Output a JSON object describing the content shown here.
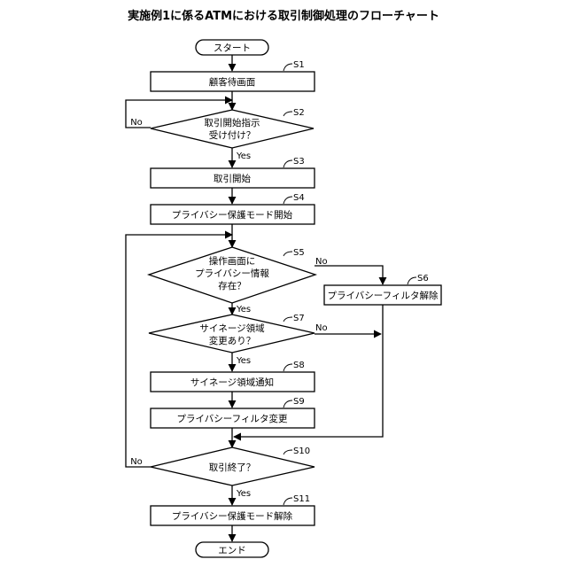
{
  "title": "実施例1に係るATMにおける取引制御処理のフローチャート",
  "start": "スタート",
  "end": "エンド",
  "steps": {
    "s1": {
      "id": "S1",
      "text": "顧客待画面"
    },
    "s2": {
      "id": "S2",
      "lines": [
        "取引開始指示",
        "受け付け？"
      ]
    },
    "s3": {
      "id": "S3",
      "text": "取引開始"
    },
    "s4": {
      "id": "S4",
      "text": "プライバシー保護モード開始"
    },
    "s5": {
      "id": "S5",
      "lines": [
        "操作画面に",
        "プライバシー情報",
        "存在？"
      ]
    },
    "s6": {
      "id": "S6",
      "text": "プライバシーフィルタ解除"
    },
    "s7": {
      "id": "S7",
      "lines": [
        "サイネージ領域",
        "変更あり？"
      ]
    },
    "s8": {
      "id": "S8",
      "text": "サイネージ領域通知"
    },
    "s9": {
      "id": "S9",
      "text": "プライバシーフィルタ変更"
    },
    "s10": {
      "id": "S10",
      "text": "取引終了？"
    },
    "s11": {
      "id": "S11",
      "text": "プライバシー保護モード解除"
    }
  },
  "branch_labels": {
    "s2_no": "No",
    "s2_yes": "Yes",
    "s5_no": "No",
    "s5_yes": "Yes",
    "s7_no": "No",
    "s7_yes": "Yes",
    "s10_no": "No",
    "s10_yes": "Yes"
  }
}
